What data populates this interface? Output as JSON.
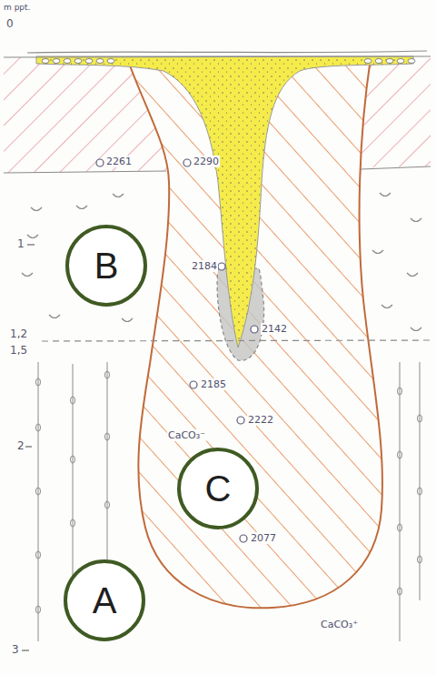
{
  "diagram": {
    "nodes": [
      {
        "text": [
          "B"
        ]
      },
      {
        "text": [
          "C"
        ]
      },
      {
        "text": [
          "A"
        ]
      }
    ],
    "labels": [
      "m ppt.",
      "0",
      "1",
      "1,2",
      "1,5",
      "2",
      "3",
      "2261",
      "2290",
      "2184",
      "2142",
      "2185",
      "2222",
      "2077",
      "CaCO₃⁻",
      "CaCO₃⁺"
    ]
  }
}
